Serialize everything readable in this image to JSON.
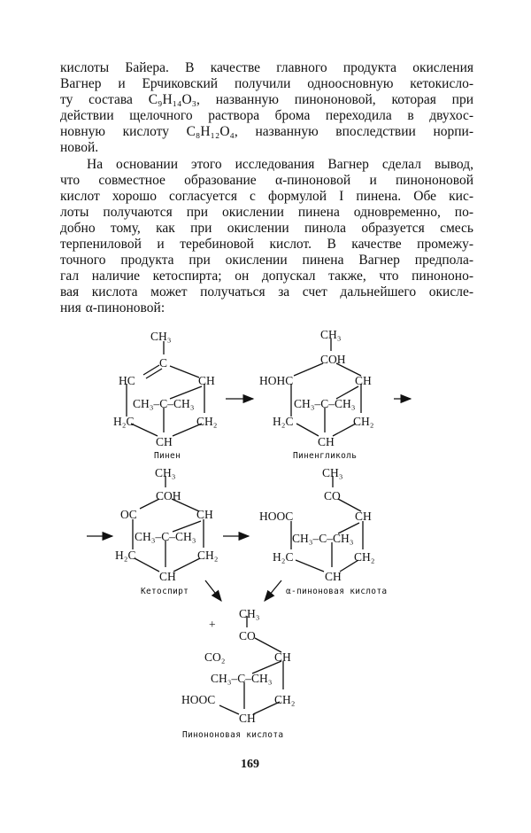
{
  "paragraphs": [
    {
      "lines": [
        "кислоты Байера. В качестве главного продукта окисления",
        "Вагнер и Ерчиковский получили одноосновную кетокисло-",
        "ту состава C₉H₁₄O₃, названную пинононовой, которая при",
        "действии щелочного раствора брома переходила в двухос-",
        "новную кислоту C₈H₁₂O₄, названную впоследствии норпи-",
        "новой."
      ]
    },
    {
      "lines": [
        "На основании этого исследования Вагнер сделал вывод,",
        "что совместное образование α-пиноновой и пинононовой",
        "кислот хорошо согласуется с формулой I пинена. Обе кис-",
        "лоты получаются при окислении пинена одновременно, по-",
        "добно тому, как при окислении пинола образуется смесь",
        "терпениловой и теребиновой кислот. В качестве промежу-",
        "точного продукта при окислении пинена Вагнер предпола-",
        "гал наличие кетоспирта; он допускал также, что пинононо-",
        "вая кислота может получаться за счет дальнейшего окисле-",
        "ния α-пиноновой:"
      ]
    }
  ],
  "scheme": {
    "pinene": {
      "top": "CH₃",
      "c": "C",
      "left": "HC",
      "right": "CH",
      "bridge": "CH₃–C–CH₃",
      "lower_left": "H₂C",
      "lower_right": "CH₂",
      "bottom": "CH",
      "caption": "Пинен"
    },
    "pinene_glycol": {
      "top": "CH₃",
      "c": "COH",
      "left": "HOHC",
      "right": "CH",
      "bridge": "CH₃–C–CH₃",
      "lower_left": "H₂C",
      "lower_right": "CH₂",
      "bottom": "CH",
      "caption": "Пиненгликоль"
    },
    "ketoalcohol": {
      "top": "CH₃",
      "c": "COH",
      "left": "OC",
      "right": "CH",
      "bridge": "CH₃–C–CH₃",
      "lower_left": "H₂C",
      "lower_right": "CH₂",
      "bottom": "CH",
      "caption": "Кетоспирт"
    },
    "alpha_pinonic": {
      "top": "CH₃",
      "c": "CO",
      "left": "HOOC",
      "right": "CH",
      "bridge": "CH₃–C–CH₃",
      "lower_left": "H₂C",
      "lower_right": "CH₂",
      "bottom": "CH",
      "caption": "α-пиноновая кислота"
    },
    "pinononic": {
      "plus": "+",
      "top": "CH₃",
      "c": "CO",
      "co2": "CO₂",
      "right": "CH",
      "bridge": "CH₃–C–CH₃",
      "lower_left": "HOOC",
      "lower_right": "CH₂",
      "bottom": "CH",
      "caption": "Пинононовая кислота"
    }
  },
  "page_number": "169"
}
